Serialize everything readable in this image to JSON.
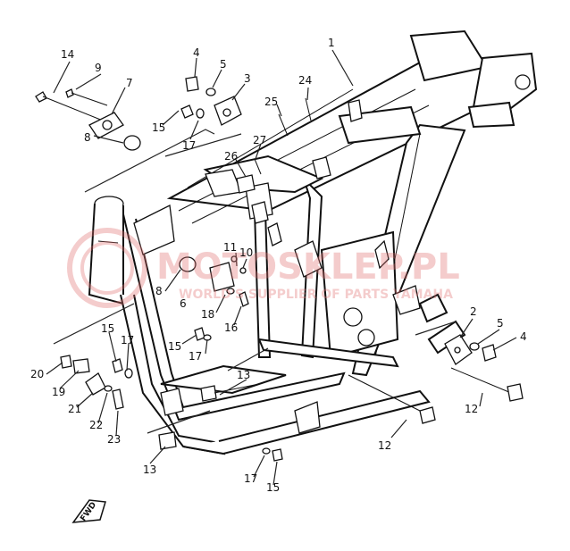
{
  "callouts": [
    {
      "id": "c1",
      "label": "1"
    },
    {
      "id": "c2",
      "label": "2"
    },
    {
      "id": "c3",
      "label": "3"
    },
    {
      "id": "c4a",
      "label": "4"
    },
    {
      "id": "c4b",
      "label": "4"
    },
    {
      "id": "c5a",
      "label": "5"
    },
    {
      "id": "c5b",
      "label": "5"
    },
    {
      "id": "c6",
      "label": "6"
    },
    {
      "id": "c7",
      "label": "7"
    },
    {
      "id": "c8a",
      "label": "8"
    },
    {
      "id": "c8b",
      "label": "8"
    },
    {
      "id": "c9",
      "label": "9"
    },
    {
      "id": "c10",
      "label": "10"
    },
    {
      "id": "c11",
      "label": "11"
    },
    {
      "id": "c12a",
      "label": "12"
    },
    {
      "id": "c12b",
      "label": "12"
    },
    {
      "id": "c13a",
      "label": "13"
    },
    {
      "id": "c13b",
      "label": "13"
    },
    {
      "id": "c14",
      "label": "14"
    },
    {
      "id": "c15a",
      "label": "15"
    },
    {
      "id": "c15b",
      "label": "15"
    },
    {
      "id": "c15c",
      "label": "15"
    },
    {
      "id": "c15d",
      "label": "15"
    },
    {
      "id": "c16",
      "label": "16"
    },
    {
      "id": "c17a",
      "label": "17"
    },
    {
      "id": "c17b",
      "label": "17"
    },
    {
      "id": "c17c",
      "label": "17"
    },
    {
      "id": "c17d",
      "label": "17"
    },
    {
      "id": "c18",
      "label": "18"
    },
    {
      "id": "c19",
      "label": "19"
    },
    {
      "id": "c20",
      "label": "20"
    },
    {
      "id": "c21",
      "label": "21"
    },
    {
      "id": "c22",
      "label": "22"
    },
    {
      "id": "c23",
      "label": "23"
    },
    {
      "id": "c24",
      "label": "24"
    },
    {
      "id": "c25",
      "label": "25"
    },
    {
      "id": "c26",
      "label": "26"
    },
    {
      "id": "c27",
      "label": "27"
    }
  ],
  "fwd_label": "FWD",
  "watermark": {
    "main": "MOTOSKLEP.PL",
    "sub": "WORLD'S SUPPLIER OF PARTS YAMAHA",
    "color": "#e07070"
  }
}
